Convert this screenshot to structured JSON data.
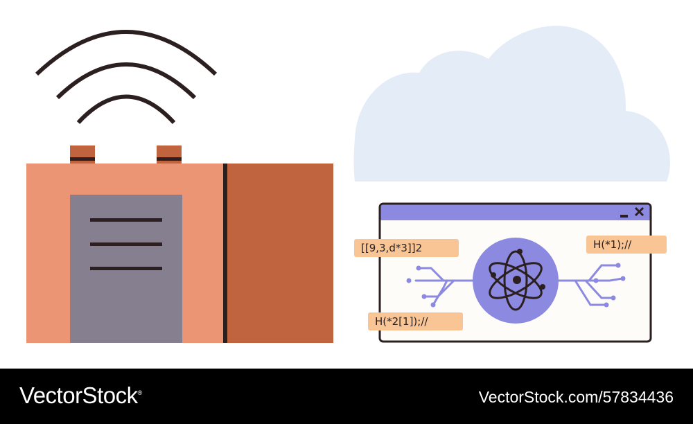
{
  "illustration": {
    "code_labels": [
      "[[9,3,d*3]]2",
      "H(*1);//",
      "H(*2[1]);//"
    ]
  },
  "footer": {
    "brand": "VectorStock",
    "brand_mark": "®",
    "stock_id": "VectorStock.com/57834436"
  },
  "colors": {
    "box_front": "#ec9574",
    "box_side": "#bf643f",
    "door": "#857f8f",
    "outline": "#2b1f1f",
    "cloud": "#e4ecf7",
    "window_bar": "#8b89e0",
    "window_body": "#fdfcf8",
    "atom_circle": "#8b89e0",
    "code_label": "#f9c594"
  }
}
